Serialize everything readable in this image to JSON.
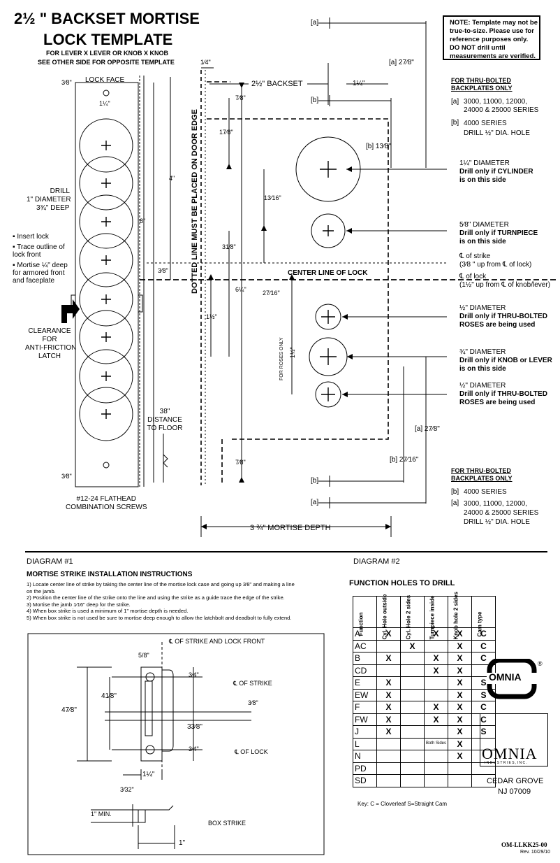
{
  "title": {
    "line1": "2½ \" BACKSET  MORTISE",
    "line2": "LOCK TEMPLATE",
    "sub1": "FOR LEVER X LEVER OR KNOB X KNOB",
    "sub2": "SEE OTHER SIDE FOR OPPOSITE TEMPLATE"
  },
  "note": "NOTE: Template may not be true-to-size. Please use for reference purposes only. DO NOT drill until measurements are verified.",
  "left": {
    "lock_face": "LOCK FACE",
    "dim_3_8_top": "3⁄8\"",
    "dim_1_1_4": "1¼\"",
    "drill": [
      "DRILL",
      "1\" DIAMETER",
      "3¾\" DEEP"
    ],
    "bullets": [
      "Insert lock",
      "Trace outline of lock front",
      "Mortise ¼\" deep for armored front and faceplate"
    ],
    "clearance": [
      "CLEARANCE",
      "FOR",
      "ANTI-FRICTION",
      "LATCH"
    ],
    "dim_3_8_bottom": "3⁄8\"",
    "screws": [
      "#12-24 FLATHEAD",
      "COMBINATION SCREWS"
    ]
  },
  "center": {
    "dim_1_4": "1⁄4\"",
    "backset": "2½\"  BACKSET",
    "dim_4": "4\"",
    "dim_8": "8\"",
    "dim_7_8_top": "7⁄8\"",
    "dim_1_7_8": "17⁄8\"",
    "dim_3_1_8": "31⁄8\"",
    "dim_6_1_4": "6¼\"",
    "dim_3_8": "3⁄8\"",
    "dim_1_1_2": "1½\"",
    "dim_1_3_16": "13⁄16\"",
    "dim_2_7_16": "27⁄16\"",
    "dim_7_8_bottom": "7⁄8\"",
    "dotted_line": "DOTTED LINE MUST BE PLACED ON DOOR EDGE",
    "center_line": "CENTER LINE OF LOCK",
    "for_roses": "FOR ROSES ONLY",
    "dim_1_1_2_roses": "1½\"",
    "distance": [
      "38\"",
      "DISTANCE",
      "TO FLOOR"
    ],
    "mortise_depth": "3 ¾\" MORTISE DEPTH"
  },
  "right": {
    "a_top": "[a]",
    "b_top": "[b]",
    "a_2_7_8_top": "[a] 27⁄8\"",
    "dim_1_1_4": "1¼\"",
    "b_1_3_8": "[b] 13⁄8\"",
    "thru_top": "FOR THRU-BOLTED BACKPLATES ONLY",
    "thru_top_a_label": "[a]",
    "thru_top_a": [
      "3000, 11000, 12000,",
      "24000 & 25000 SERIES"
    ],
    "thru_top_b_label": "[b]",
    "thru_top_b": [
      "4000 SERIES",
      "DRILL ½\" DIA. HOLE"
    ],
    "cyl": [
      "1¼\" DIAMETER",
      "Drill only if CYLINDER",
      "is on this side"
    ],
    "turn": [
      "5⁄8\" DIAMETER",
      "Drill only if TURNPIECE",
      "is on this side"
    ],
    "strike": [
      "℄ of strike",
      "(3⁄8 \" up from ℄ of lock)"
    ],
    "lock": [
      "℄ of lock",
      "(1½\" up from ℄ of knob/lever)"
    ],
    "rose1": [
      "½\" DIAMETER",
      "Drill only if THRU-BOLTED",
      "ROSES are being used"
    ],
    "knob": [
      "¾\" DIAMETER",
      "Drill only if KNOB or LEVER",
      "is on this side"
    ],
    "rose2": [
      "½\" DIAMETER",
      "Drill only if THRU-BOLTED",
      "ROSES are being used"
    ],
    "a_2_7_8_bottom": "[a] 27⁄8\"",
    "b_2_7_16": "[b] 27⁄16\"",
    "thru_bottom": "FOR THRU-BOLTED BACKPLATES ONLY",
    "thru_bottom_b_label": "[b]",
    "thru_bottom_b": "4000 SERIES",
    "thru_bottom_a_label": "[a]",
    "thru_bottom_a": [
      "3000, 11000, 12000,",
      "24000 & 25000 SERIES",
      "DRILL ½\" DIA. HOLE"
    ],
    "b_bottom": "[b]",
    "a_bottom": "[a]"
  },
  "diagram1": {
    "label": "DIAGRAM #1",
    "heading": "MORTISE STRIKE INSTALLATION INSTRUCTIONS",
    "steps": [
      "1)  Locate center line of strike by taking the center line of the mortise lock case and going up 3⁄8\" and making a line",
      "      on the jamb.",
      "2)  Position the center line of the strike onto the line and using the strike as a guide trace the edge of the strike.",
      "3)  Mortise the jamb 1⁄16\" deep for the strike.",
      "4)  When box strike is used a minimum of 1\" mortise depth is needed.",
      "5)  When box strike is not used be sure to mortise deep enough to allow the latchbolt and deadbolt to fully extend."
    ],
    "strike_front": "℄ OF STRIKE AND LOCK FRONT",
    "dim_5_8": "5/8\"",
    "dim_3_4_top": "3⁄4\"",
    "of_strike": "℄ OF STRIKE",
    "dim_4_1_8": "41⁄8\"",
    "dim_4_7_8": "47⁄8\"",
    "dim_3_8": "3⁄8\"",
    "dim_3_3_8": "33⁄8\"",
    "dim_3_4_bottom": "3⁄4\"",
    "of_lock": "℄ OF LOCK",
    "dim_1_1_4": "1¼\"",
    "dim_3_32": "3⁄32\"",
    "min": "1\" MIN.",
    "box_strike": "BOX STRIKE",
    "dim_1": "1\""
  },
  "diagram2": {
    "label": "DIAGRAM #2",
    "heading": "FUNCTION HOLES TO DRILL",
    "columns": [
      "Function",
      "Cyl. Hole outside",
      "Cyl. Hole 2 sides",
      "Turnpiece inside",
      "Knob hole 2 sides",
      "Cam type"
    ],
    "rows": [
      [
        "A",
        "X",
        "",
        "X",
        "X",
        "C"
      ],
      [
        "AC",
        "",
        "X",
        "",
        "X",
        "C"
      ],
      [
        "B",
        "X",
        "",
        "X",
        "X",
        "C"
      ],
      [
        "CD",
        "",
        "",
        "X",
        "X",
        ""
      ],
      [
        "E",
        "X",
        "",
        "",
        "X",
        "S"
      ],
      [
        "EW",
        "X",
        "",
        "",
        "X",
        "S"
      ],
      [
        "F",
        "X",
        "",
        "X",
        "X",
        "C"
      ],
      [
        "FW",
        "X",
        "",
        "X",
        "X",
        "C"
      ],
      [
        "J",
        "X",
        "",
        "",
        "X",
        "S"
      ],
      [
        "L",
        "",
        "",
        "Both Sides",
        "X",
        ""
      ],
      [
        "N",
        "",
        "",
        "",
        "X",
        ""
      ],
      [
        "PD",
        "",
        "",
        "",
        "",
        ""
      ],
      [
        "SD",
        "",
        "",
        "",
        "",
        ""
      ]
    ],
    "key": "Key: C = Cloverleaf   S=Straight Cam"
  },
  "brand": {
    "logo_word": "OMNIA",
    "reg": "®",
    "logo2": "OMNIA",
    "industries": "I N D U S T R I E S ,  I N C .",
    "city": "CEDAR GROVE",
    "state": "NJ 07009",
    "doc_id": "OM-LLKK25-00",
    "rev": "Rev. 10/29/10"
  }
}
